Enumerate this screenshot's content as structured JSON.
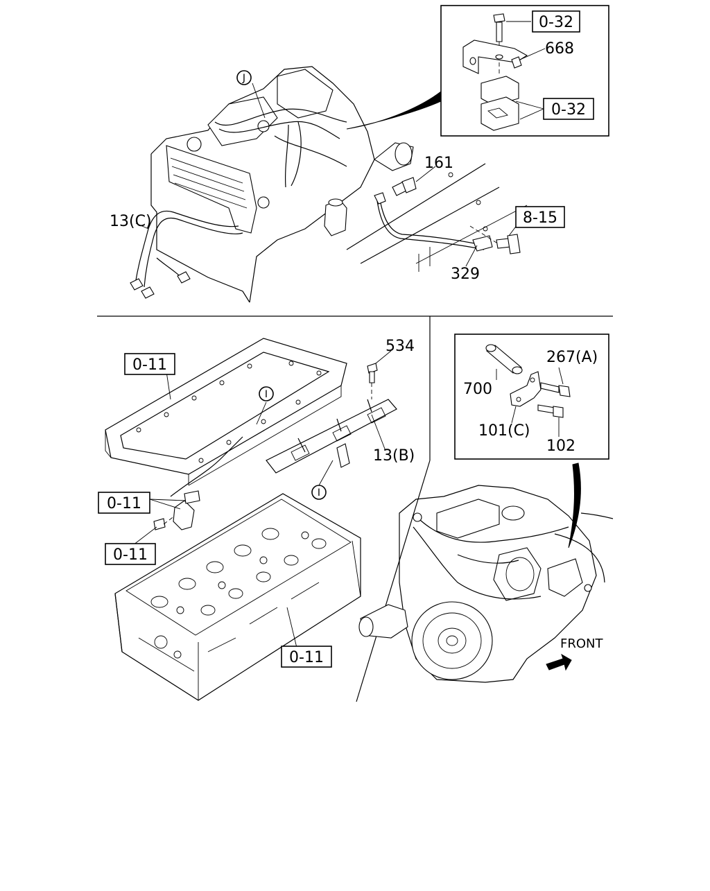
{
  "callouts": {
    "r032_top": "0-32",
    "p668": "668",
    "r032_mid": "0-32",
    "p161": "161",
    "p13c": "13(C)",
    "r815": "8-15",
    "p329": "329",
    "r011_a": "0-11",
    "p534": "534",
    "p13b": "13(B)",
    "r011_b": "0-11",
    "r011_c": "0-11",
    "r011_d": "0-11",
    "p267a": "267(A)",
    "p700": "700",
    "p101c": "101(C)",
    "p102": "102",
    "ref_j": "J",
    "ref_i_a": "I",
    "ref_i_b": "I"
  },
  "front_label": "FRONT",
  "colors": {
    "ink": "#000000",
    "paper": "#ffffff"
  }
}
